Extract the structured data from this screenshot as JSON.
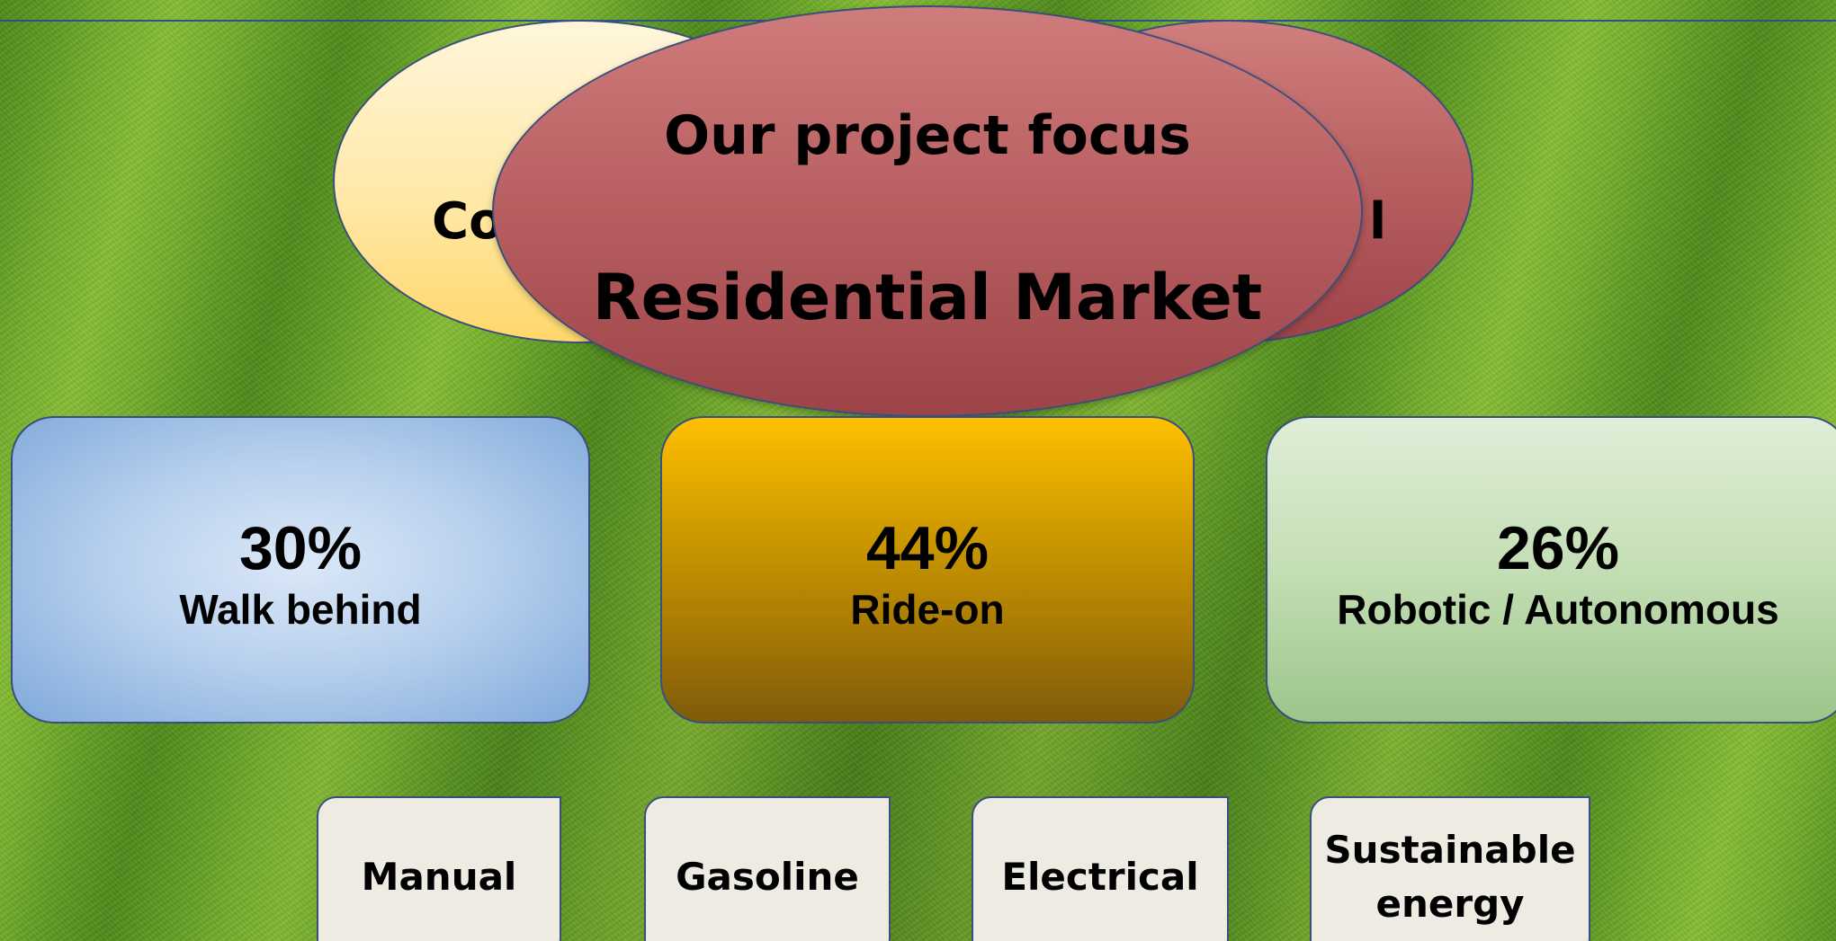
{
  "ovals": {
    "left_label": "Co",
    "right_label": "l",
    "center_focus": "Our project focus",
    "center_market": "Residential Market"
  },
  "segments": [
    {
      "percent": "30%",
      "name": "Walk behind"
    },
    {
      "percent": "44%",
      "name": "Ride-on"
    },
    {
      "percent": "26%",
      "name": "Robotic / Autonomous"
    }
  ],
  "power_sources": [
    {
      "label": "Manual"
    },
    {
      "label": "Gasoline"
    },
    {
      "label": "Electrical"
    },
    {
      "label": "Sustainable\nenergy"
    }
  ],
  "colors": {
    "walk_behind": "#b9d1ee",
    "ride_on": "#ffc000",
    "robotic": "#c4deb5",
    "focus_oval": "#b75e61",
    "left_oval": "#ffe9a8",
    "tabs": "#eeece2",
    "outline": "#3a4f7a"
  }
}
